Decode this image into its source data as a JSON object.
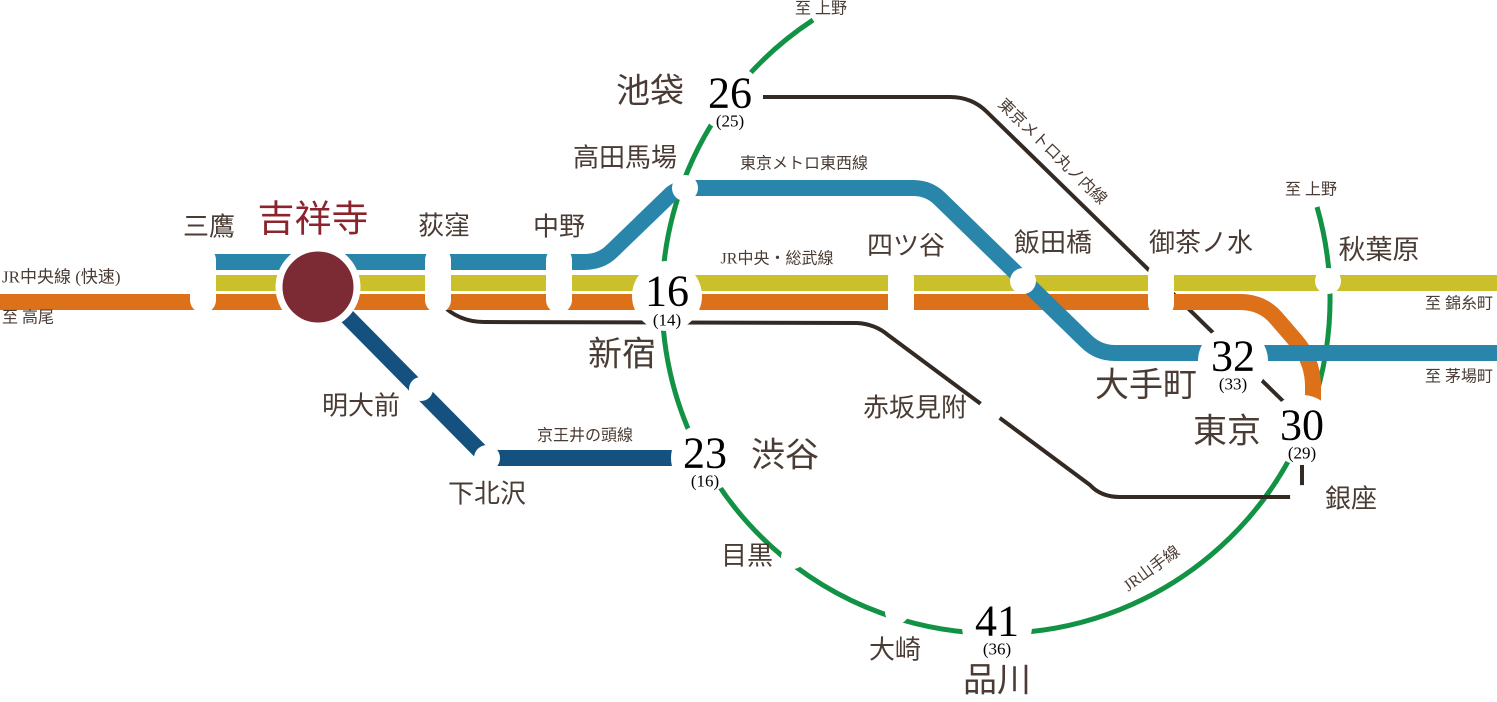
{
  "colors": {
    "yamanote_green": "#129245",
    "marunouchi_brown": "#342a24",
    "tozai_blue": "#2a85ab",
    "sobu_yellow": "#c9c02c",
    "chuo_orange": "#dc7119",
    "inokashira_navy": "#15517f",
    "home_maroon": "#7c2a33",
    "home_text_red": "#8c242e",
    "text_brown": "#4a3c34"
  },
  "lines": {
    "chuo_rapid": "JR中央線 (快速)",
    "chuo_sobu": "JR中央・総武線",
    "tozai": "東京メトロ東西線",
    "marunouchi": "東京メトロ丸ノ内線",
    "inokashira": "京王井の頭線",
    "yamanote": "JR山手線"
  },
  "endpoints": {
    "takao": "至 高尾",
    "ueno_north": "至 上野",
    "ueno_east": "至 上野",
    "kinshicho": "至 錦糸町",
    "kayabacho": "至 茅場町"
  },
  "stations": {
    "kichijoji": "吉祥寺",
    "mitaka": "三鷹",
    "ogikubo": "荻窪",
    "nakano": "中野",
    "takadanobaba": "高田馬場",
    "ikebukuro": "池袋",
    "shinjuku": "新宿",
    "yotsuya": "四ツ谷",
    "iidabashi": "飯田橋",
    "ochanomizu": "御茶ノ水",
    "akihabara": "秋葉原",
    "otemachi": "大手町",
    "tokyo": "東京",
    "ginza": "銀座",
    "akasakamitsuke": "赤坂見附",
    "meidaimae": "明大前",
    "shimokitazawa": "下北沢",
    "shibuya": "渋谷",
    "meguro": "目黒",
    "osaki": "大崎",
    "shinagawa": "品川"
  },
  "travel_minutes": {
    "ikebukuro": {
      "min": "26",
      "alt": "(25)"
    },
    "shinjuku": {
      "min": "16",
      "alt": "(14)"
    },
    "shibuya": {
      "min": "23",
      "alt": "(16)"
    },
    "otemachi": {
      "min": "32",
      "alt": "(33)"
    },
    "tokyo": {
      "min": "30",
      "alt": "(29)"
    },
    "shinagawa": {
      "min": "41",
      "alt": "(36)"
    }
  }
}
